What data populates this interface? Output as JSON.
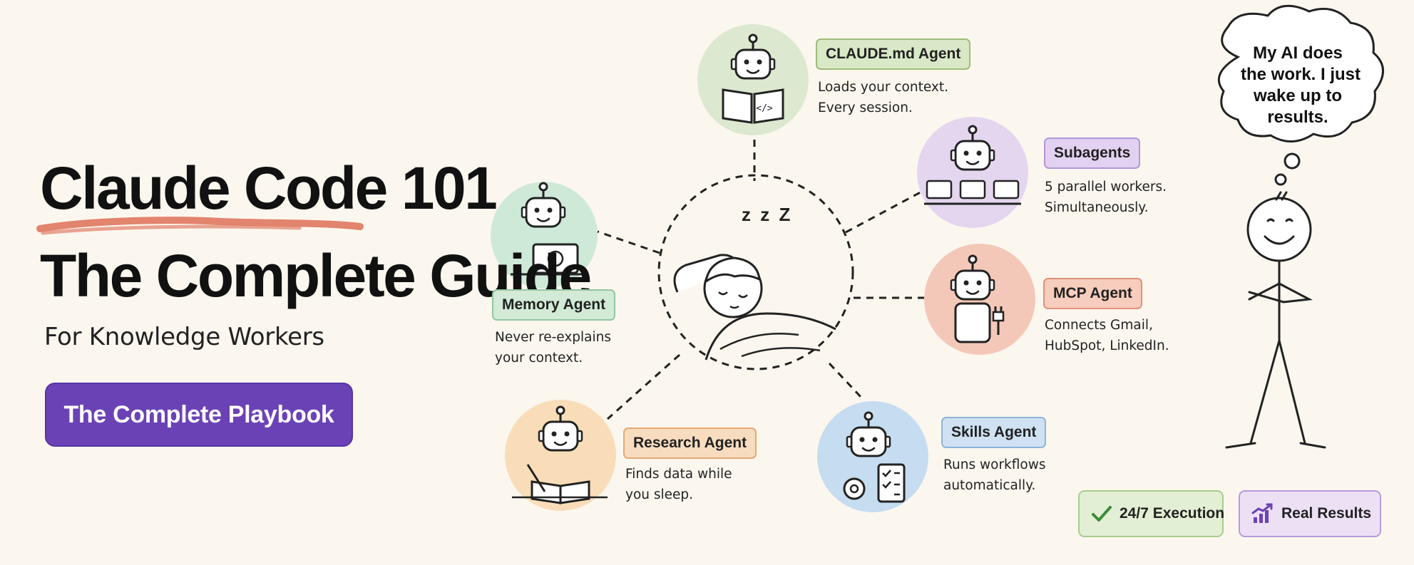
{
  "hero": {
    "title_line1": "Claude Code 101",
    "title_line2": "The Complete Guide",
    "subtitle": "For Knowledge Workers",
    "cta_label": "The Complete Playbook",
    "underline_color": "#e07d66"
  },
  "center": {
    "sleep_text": "z z Z"
  },
  "agents": [
    {
      "name": "CLAUDE.md Agent",
      "desc": [
        "Loads your context.",
        "Every session."
      ],
      "color": "#dce8cf",
      "tag_bg": "#d9e8c6",
      "tag_border": "#9dbd79",
      "icon": "robot-reading-code-book-icon"
    },
    {
      "name": "Subagents",
      "desc": [
        "5 parallel workers.",
        "Simultaneously."
      ],
      "color": "#e4d6ef",
      "tag_bg": "#e2d2f1",
      "tag_border": "#b495d8",
      "icon": "robot-with-laptops-icon"
    },
    {
      "name": "MCP Agent",
      "desc": [
        "Connects Gmail,",
        "HubSpot, LinkedIn."
      ],
      "color": "#f4c8b8",
      "tag_bg": "#f7cdbd",
      "tag_border": "#e0907a",
      "icon": "robot-with-plug-icon"
    },
    {
      "name": "Skills Agent",
      "desc": [
        "Runs workflows",
        "automatically."
      ],
      "color": "#c6dcf0",
      "tag_bg": "#cfe1f2",
      "tag_border": "#8db3d9",
      "icon": "robot-with-gear-checklist-icon"
    },
    {
      "name": "Research Agent",
      "desc": [
        "Finds data while",
        "you sleep."
      ],
      "color": "#f8ddb8",
      "tag_bg": "#f8dcc0",
      "tag_border": "#e3a873",
      "icon": "robot-writing-notes-icon"
    },
    {
      "name": "Memory Agent",
      "desc": [
        "Never re-explains",
        "your context."
      ],
      "color": "#cfe9d9",
      "tag_bg": "#d2ead6",
      "tag_border": "#93c6a2",
      "icon": "robot-with-brain-laptop-icon"
    }
  ],
  "thought_bubble": {
    "lines": [
      "My AI does",
      "the work. I just",
      "wake up to",
      "results."
    ]
  },
  "badges": [
    {
      "label": "24/7 Execution",
      "icon": "checkmark-icon",
      "bg": "#e2efd4",
      "border": "#a9cc8c",
      "icon_color": "#3f8a3a"
    },
    {
      "label": "Real Results",
      "icon": "growth-chart-icon",
      "bg": "#ece0f5",
      "border": "#b99ad9",
      "icon_color": "#6b42b6"
    }
  ]
}
